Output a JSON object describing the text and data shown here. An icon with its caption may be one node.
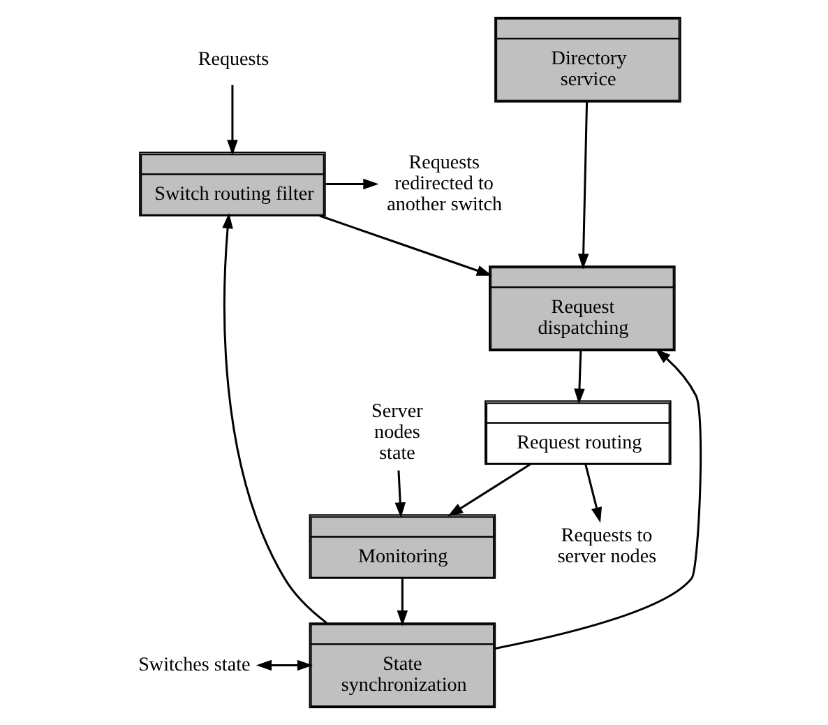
{
  "diagram": {
    "nodes": [
      {
        "text": [
          "Requests"
        ]
      },
      {
        "text": [
          "Directory service"
        ]
      },
      {
        "text": [
          "Requests redirected to another switch"
        ]
      },
      {
        "text": [
          "Switch routing filter"
        ]
      },
      {
        "text": [
          "Request dispatching"
        ]
      },
      {
        "text": [
          "State synchronization"
        ]
      },
      {
        "text": [
          "Switches state"
        ]
      },
      {
        "text": [
          "Request routing"
        ]
      },
      {
        "text": [
          "Monitoring"
        ]
      },
      {
        "text": [
          "Server nodes state"
        ]
      },
      {
        "text": [
          "Requests to server nodes"
        ]
      }
    ],
    "edges": [
      {
        "from": 0,
        "to": 3,
        "arrow": "to"
      },
      {
        "from": 3,
        "to": 2,
        "arrow": "to"
      },
      {
        "from": 3,
        "to": 4,
        "arrow": "to"
      },
      {
        "from": 1,
        "to": 4,
        "arrow": "to"
      },
      {
        "from": 5,
        "to": 3,
        "arrow": "to"
      },
      {
        "from": 5,
        "to": 4,
        "arrow": "to"
      },
      {
        "from": 6,
        "to": 5,
        "arrow": "both"
      },
      {
        "from": 4,
        "to": 7,
        "arrow": "to"
      },
      {
        "from": 7,
        "to": 8,
        "arrow": "to"
      },
      {
        "from": 8,
        "to": 5,
        "arrow": "to"
      },
      {
        "from": 9,
        "to": 8,
        "arrow": "to"
      },
      {
        "from": 7,
        "to": 10,
        "arrow": "to"
      }
    ]
  }
}
